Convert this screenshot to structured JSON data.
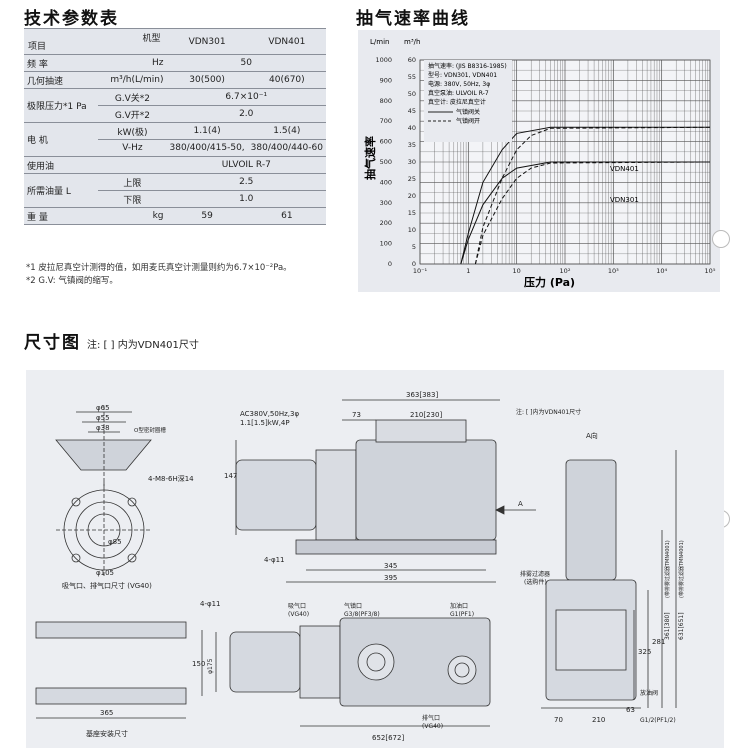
{
  "spec": {
    "heading": "技术参数表",
    "col_model": "机型",
    "col_item": "项目",
    "model_a": "VDN301",
    "model_b": "VDN401",
    "freq_label": "频 率",
    "freq_unit": "Hz",
    "freq_val": "50",
    "disp_label": "几何抽速",
    "disp_unit": "m³/h(L/min)",
    "disp_a": "30(500)",
    "disp_b": "40(670)",
    "ult_label": "极限压力*1 Pa",
    "ult_off": "G.V关*2",
    "ult_off_val": "6.7×10⁻¹",
    "ult_on": "G.V开*2",
    "ult_on_val": "2.0",
    "motor_label": "电 机",
    "kw_unit": "kW(极)",
    "kw_a": "1.1(4)",
    "kw_b": "1.5(4)",
    "v_unit": "V-Hz",
    "v_a": "380/400/415-50,",
    "v_b": "380/400/440-60",
    "oil_label": "使用油",
    "oil_val": "ULVOIL R-7",
    "oilq_label": "所需油量 L",
    "oilq_upper": "上限",
    "oilq_upper_val": "2.5",
    "oilq_lower": "下限",
    "oilq_lower_val": "1.0",
    "weight_label": "重 量",
    "weight_unit": "kg",
    "weight_a": "59",
    "weight_b": "61"
  },
  "notes": {
    "n1": "*1 皮拉尼真空计测得的值，如用麦氏真空计测量则约为6.7×10⁻²Pa。",
    "n2": "*2 G.V: 气镇阀的缩写。"
  },
  "chart_heading": "抽气速率曲线",
  "chart_data": {
    "type": "line",
    "xlabel": "压力 (Pa)",
    "ylabel": "抽气速率",
    "y_unit_left": "L/min",
    "y_unit_right": "m³/h",
    "x_scale": "log",
    "xlim": [
      0.1,
      100000
    ],
    "ylim_left": [
      0,
      1000
    ],
    "ylim_right": [
      0,
      60
    ],
    "x_ticks": [
      "10⁻¹",
      "1",
      "10",
      "10²",
      "10³",
      "10⁴",
      "10⁵"
    ],
    "y_ticks_left": [
      "0",
      "100",
      "200",
      "300",
      "400",
      "500",
      "600",
      "700",
      "800",
      "900",
      "1000"
    ],
    "y_ticks_right": [
      "0",
      "5",
      "10",
      "15",
      "20",
      "25",
      "30",
      "35",
      "40",
      "45",
      "50",
      "55",
      "60"
    ],
    "legend_lines": [
      "抽气速率: (JIS B8316-1985)",
      "型号: VDN301, VDN401",
      "电源: 380V, 50Hz, 3φ",
      "真空泵油: ULVOIL R-7",
      "真空计: 皮拉尼真空计"
    ],
    "legend_entries": [
      "气镇阀关",
      "气镇阀开"
    ],
    "grid": true,
    "series": [
      {
        "name": "VDN401",
        "style": "solid",
        "x": [
          0.7,
          1,
          2,
          5,
          10,
          50,
          100000
        ],
        "y": [
          0,
          150,
          400,
          560,
          640,
          670,
          670
        ]
      },
      {
        "name": "VDN401",
        "style": "dashed",
        "x": [
          1.4,
          2,
          5,
          10,
          20,
          50,
          100000
        ],
        "y": [
          0,
          180,
          420,
          560,
          630,
          665,
          670
        ]
      },
      {
        "name": "VDN301",
        "style": "solid",
        "x": [
          0.7,
          1,
          2,
          5,
          10,
          50,
          100000
        ],
        "y": [
          0,
          120,
          290,
          420,
          470,
          500,
          500
        ]
      },
      {
        "name": "VDN301",
        "style": "dashed",
        "x": [
          1.4,
          2,
          5,
          10,
          20,
          50,
          100000
        ],
        "y": [
          0,
          140,
          320,
          420,
          470,
          495,
          500
        ]
      }
    ]
  },
  "dims": {
    "heading": "尺寸图",
    "note": "注: [ ] 内为VDN401尺寸",
    "note2": "注: [ ]内为VDN401尺寸",
    "d65": "φ65",
    "d55": "φ55",
    "d38": "φ38",
    "oring": "O型密封圈槽",
    "holes": "4-M8-6H深14",
    "d85": "φ85",
    "d105": "φ105",
    "port_caption": "吸气口、排气口尺寸 (VG40)",
    "motor_label": "AC380V,50Hz,3φ",
    "motor_label2": "1.1[1.5]kW,4P",
    "w363": "363[383]",
    "w73": "73",
    "w210": "210[230]",
    "h147": "147",
    "holes11": "4-φ11",
    "w345": "345",
    "w395": "395",
    "a_view": "A向",
    "a_arrow": "A",
    "filter": "排雾过滤器",
    "filter2": "(选购件)",
    "h361": "361[380]",
    "h361_note": "(带排雾过滤器TMN4001)",
    "h631": "631[651]",
    "h631_note": "(带排雾过滤器TMN4001)",
    "h325": "325",
    "h281": "281",
    "w70": "70",
    "w210b": "210",
    "w63": "63",
    "drain": "放油阀",
    "drain2": "G1/2(PF1/2)",
    "holes11b": "4-φ11",
    "intake": "吸气口",
    "intake2": "(VG40)",
    "gasballast": "气镇口",
    "gasballast2": "G3/8(PF3/8)",
    "fill": "加油口",
    "fill2": "G1(PF1)",
    "h150": "150",
    "d175": "φ175",
    "w365": "365",
    "base_caption": "基座安装尺寸",
    "exhaust": "排气口",
    "exhaust2": "(VG40)",
    "w652": "652[672]"
  }
}
